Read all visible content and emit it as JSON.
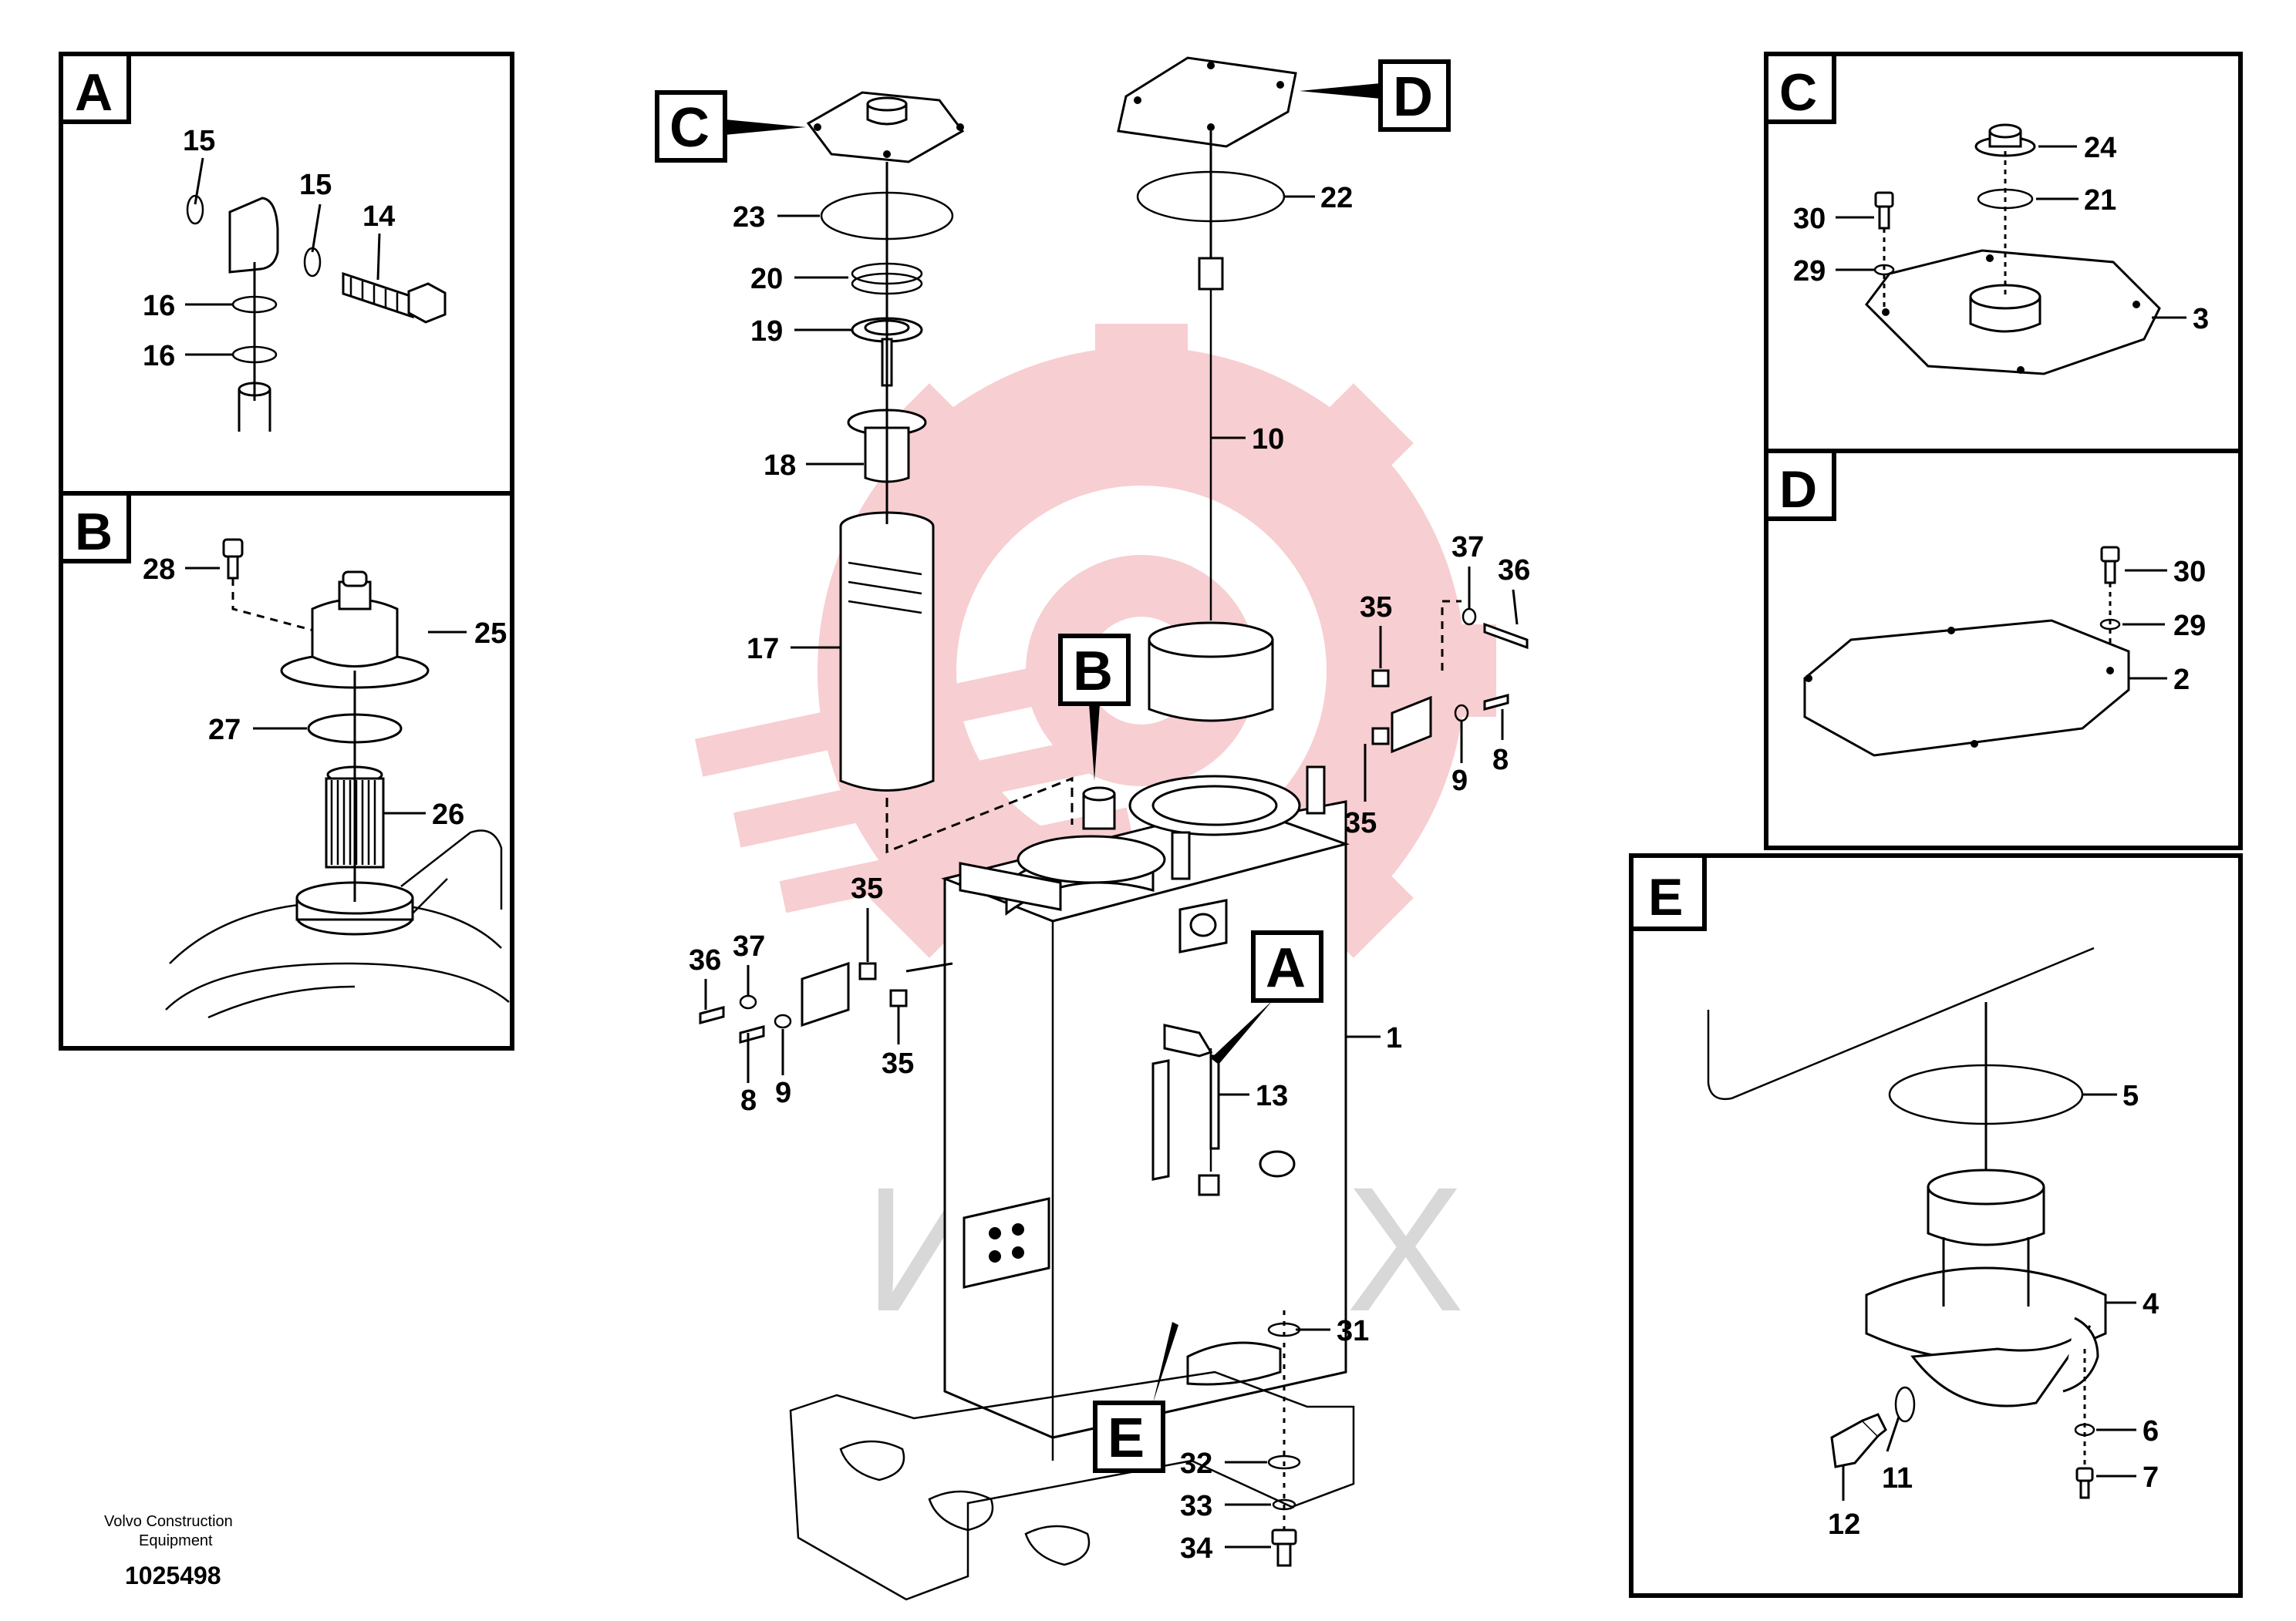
{
  "callouts": {
    "A": "A",
    "B": "B",
    "C": "C",
    "D": "D",
    "E": "E"
  },
  "panels": {
    "A": "A",
    "B": "B",
    "C": "C",
    "D": "D",
    "E": "E"
  },
  "watermark": "ИНТЕХ",
  "footer": {
    "line1": "Volvo Construction",
    "line2": "Equipment",
    "id": "1025498"
  },
  "labels": {
    "p1": "1",
    "p2": "2",
    "p3": "3",
    "p4": "4",
    "p5": "5",
    "p6": "6",
    "p7": "7",
    "p8": "8",
    "p9": "9",
    "p10": "10",
    "p11": "11",
    "p12": "12",
    "p13": "13",
    "p14": "14",
    "p15": "15",
    "p16": "16",
    "p17": "17",
    "p18": "18",
    "p19": "19",
    "p20": "20",
    "p21": "21",
    "p22": "22",
    "p23": "23",
    "p24": "24",
    "p25": "25",
    "p26": "26",
    "p27": "27",
    "p28": "28",
    "p29": "29",
    "p30": "30",
    "p31": "31",
    "p32": "32",
    "p33": "33",
    "p34": "34",
    "p35": "35",
    "p36": "36",
    "p37": "37"
  },
  "colors": {
    "watermark_gear": "#f6c9cc",
    "watermark_text": "#d8d8d8",
    "line": "#000000"
  }
}
